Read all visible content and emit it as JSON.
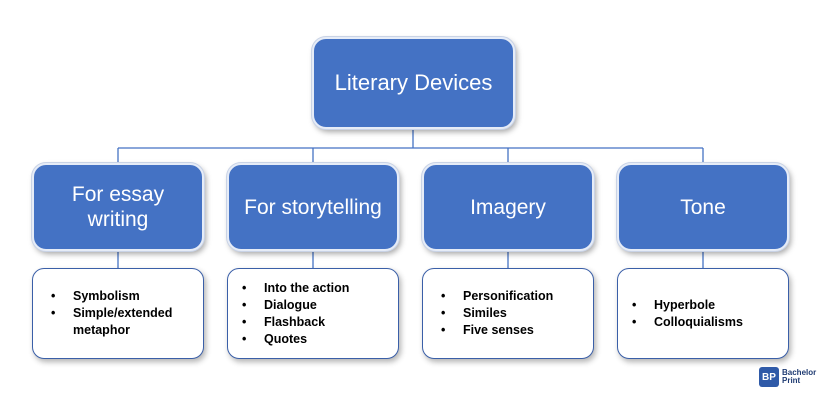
{
  "root": {
    "label": "Literary Devices"
  },
  "categories": [
    {
      "label": "For essay writing",
      "items": [
        "Symbolism",
        "Simple/extended metaphor"
      ]
    },
    {
      "label": "For storytelling",
      "items": [
        "Into the action",
        "Dialogue",
        "Flashback",
        "Quotes"
      ]
    },
    {
      "label": "Imagery",
      "items": [
        "Personification",
        "Similes",
        "Five senses"
      ]
    },
    {
      "label": "Tone",
      "items": [
        "Hyperbole",
        "Colloquialisms"
      ]
    }
  ],
  "logo": {
    "mark": "BP",
    "line1": "Bachelor",
    "line2": "Print"
  },
  "colors": {
    "box": "#4472c4",
    "line": "#4472c4",
    "card_border": "#3a5fa8"
  }
}
